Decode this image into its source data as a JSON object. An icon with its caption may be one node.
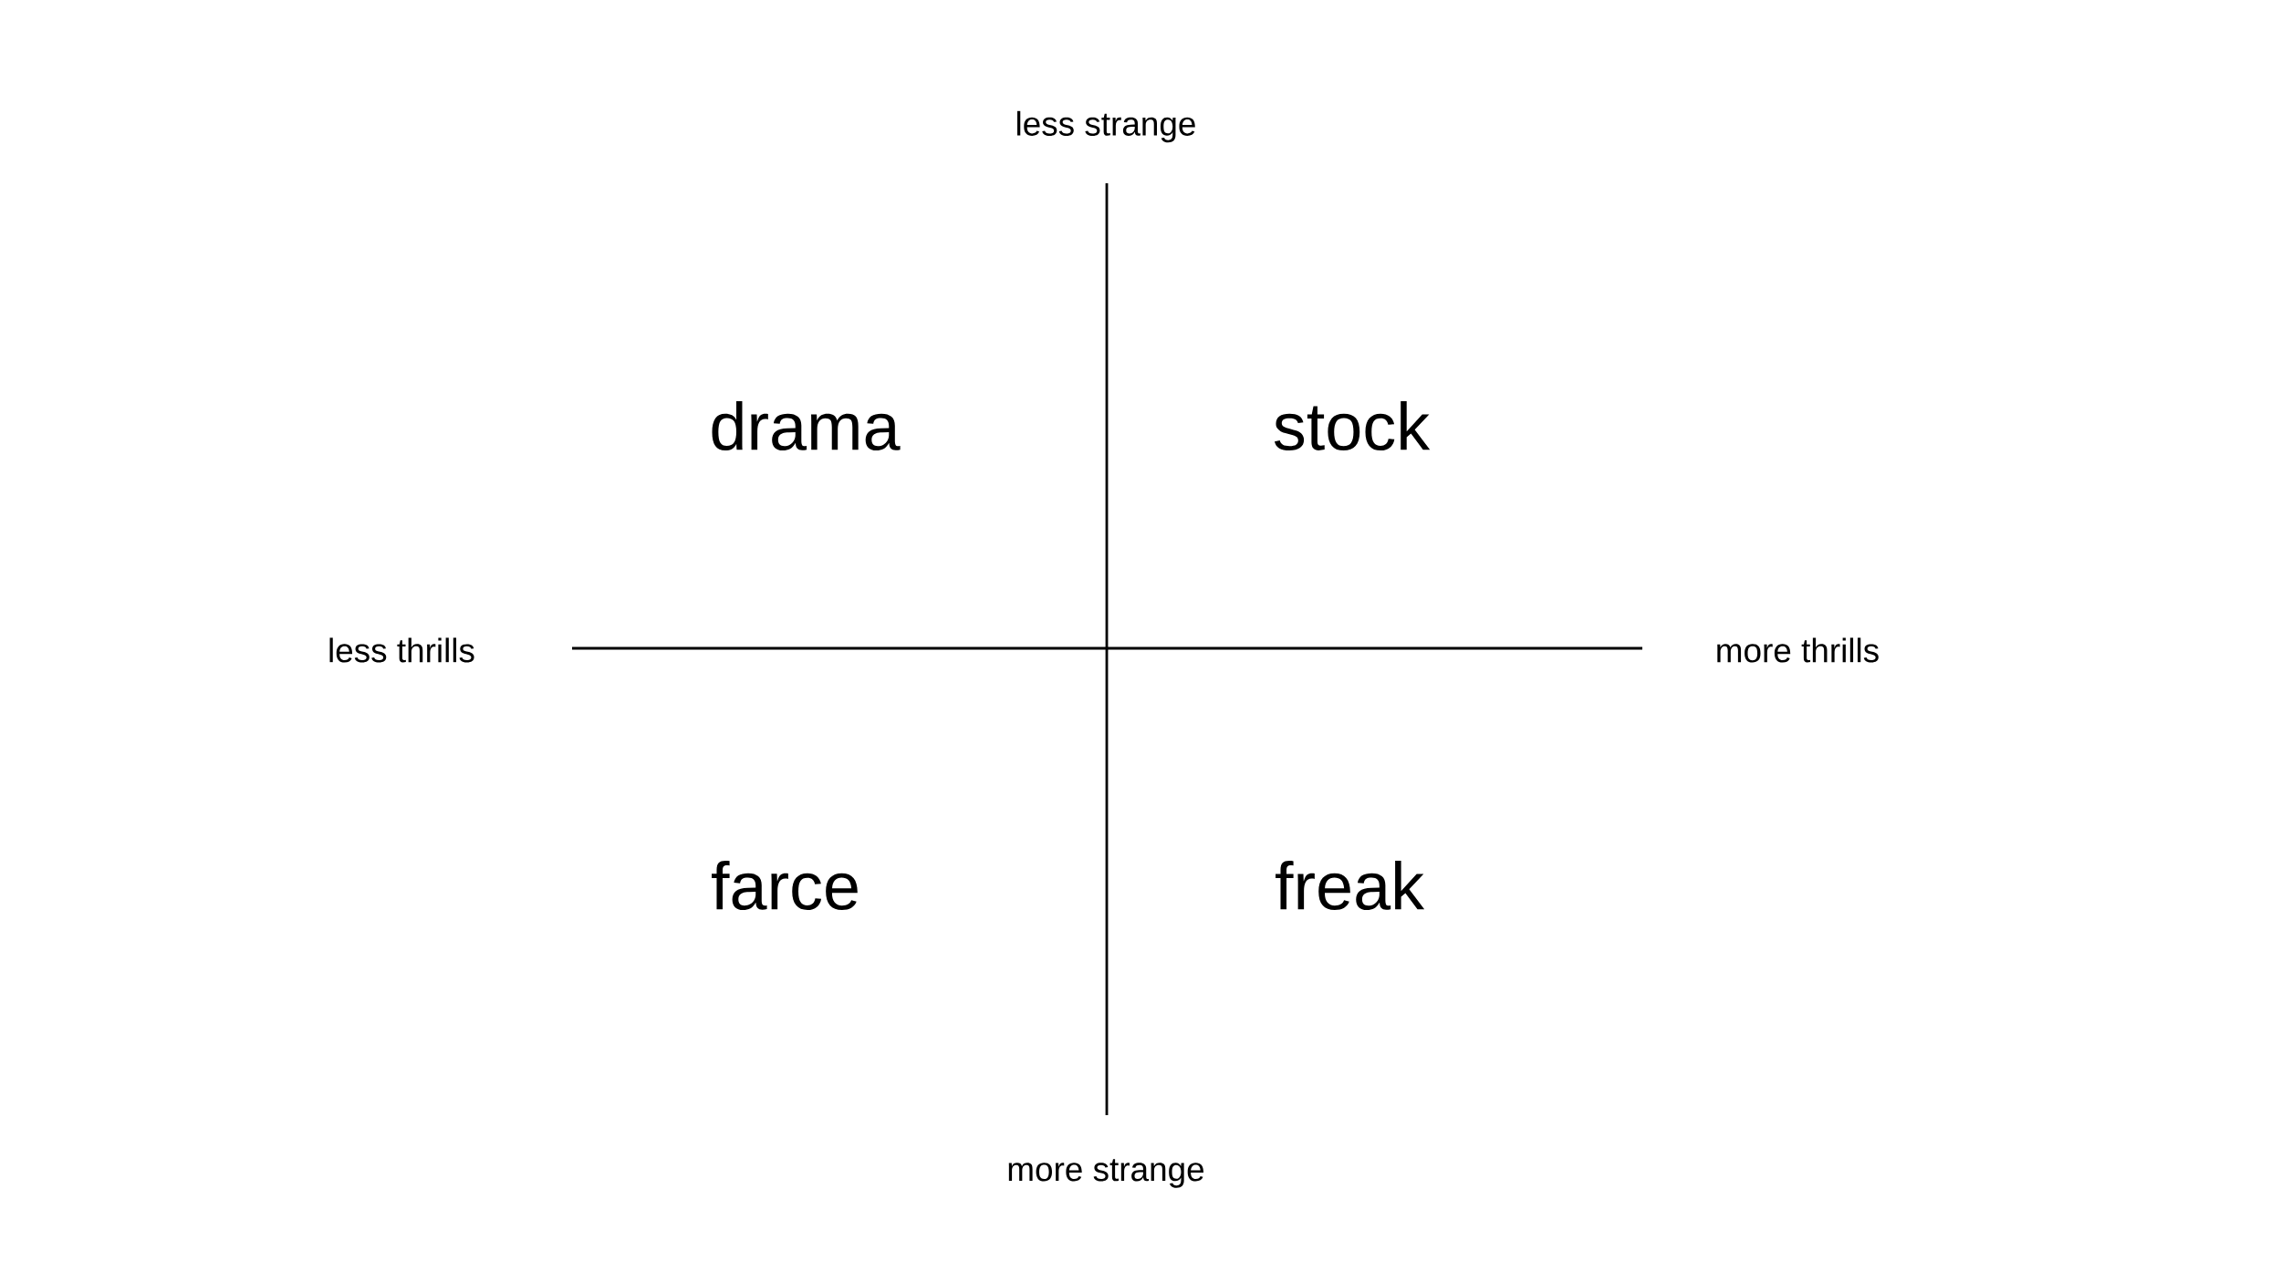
{
  "diagram": {
    "labels": [
      "less strange",
      "drama",
      "stock",
      "less thrills",
      "more thrills",
      "farce",
      "freak",
      "more strange"
    ]
  }
}
